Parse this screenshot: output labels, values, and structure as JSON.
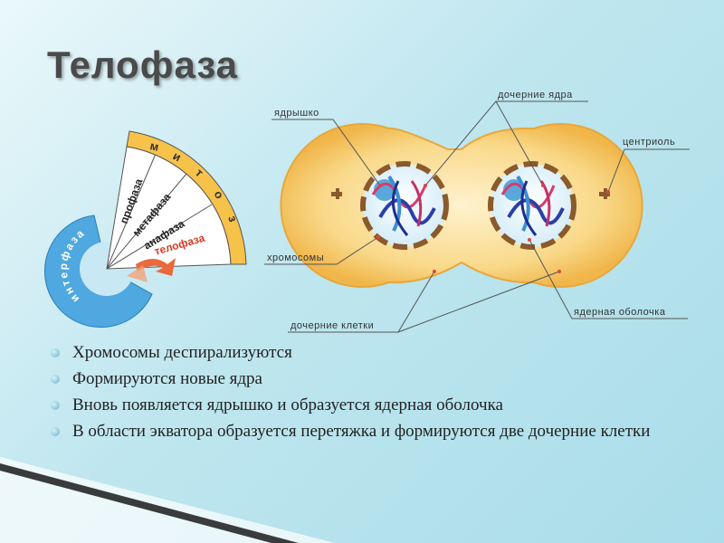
{
  "title": "Телофаза",
  "wheel": {
    "mitosis_letters": [
      "м",
      "и",
      "т",
      "о",
      "з"
    ],
    "phases": [
      "профаза",
      "метафаза",
      "анафаза",
      "телофаза"
    ],
    "interphase": "интерфаза"
  },
  "labels": {
    "nucleolus": "ядрышко",
    "daughter_nuclei": "дочерние ядра",
    "centriole": "центриоль",
    "chromosomes": "хромосомы",
    "daughter_cells": "дочерние клетки",
    "nuclear_envelope": "ядерная оболочка"
  },
  "bullets": [
    "Хромосомы деспирализуются",
    "Формируются новые ядра",
    "Вновь  появляется ядрышко и образуется ядерная оболочка",
    "В области экватора образуется перетяжка и формируются две дочерние клетки"
  ],
  "colors": {
    "cell": "#f6c25a",
    "wheel_band": "#f7c24a",
    "interphase": "#4fa8df",
    "telophase_text": "#d63a22",
    "arrow": "#e96a3a"
  }
}
